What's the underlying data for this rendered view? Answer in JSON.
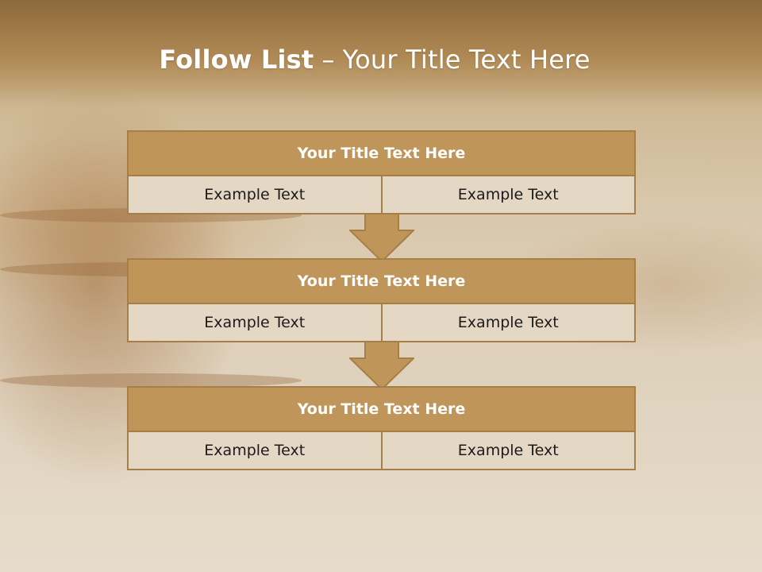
{
  "slide": {
    "title_bold": "Follow List",
    "title_dash": "–",
    "title_rest": "Your Title Text Here"
  },
  "blocks": [
    {
      "title": "Your Title Text Here",
      "left": "Example Text",
      "right": "Example Text"
    },
    {
      "title": "Your Title Text Here",
      "left": "Example Text",
      "right": "Example Text"
    },
    {
      "title": "Your Title Text Here",
      "left": "Example Text",
      "right": "Example Text"
    }
  ],
  "colors": {
    "header": "#b08a55",
    "block_title_fill": "#c0955a",
    "block_border": "#a67f48",
    "cell_fill": "#e4d7c4"
  }
}
